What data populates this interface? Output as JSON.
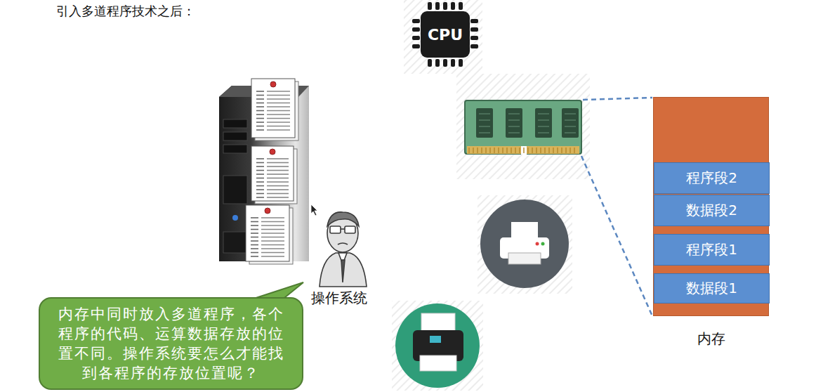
{
  "diagram": {
    "title": "引入多道程序技术之后：",
    "nodes": [
      {
        "text": [
          "CPU"
        ]
      },
      {
        "text": [
          "内存"
        ]
      },
      {
        "text": [
          "程序段2"
        ],
        "in": 1
      },
      {
        "text": [
          "数据段2"
        ],
        "in": 1
      },
      {
        "text": [
          "程序段1"
        ],
        "in": 1
      },
      {
        "text": [
          "数据段1"
        ],
        "in": 1
      },
      {
        "text": [
          "内存中同时放入多道程序，各个 程序的代码、运算数据存放的位 置不同。操作系统要怎么才能找 到各程序的存放位置呢？"
        ]
      }
    ],
    "labels": [
      "操作系统"
    ]
  }
}
